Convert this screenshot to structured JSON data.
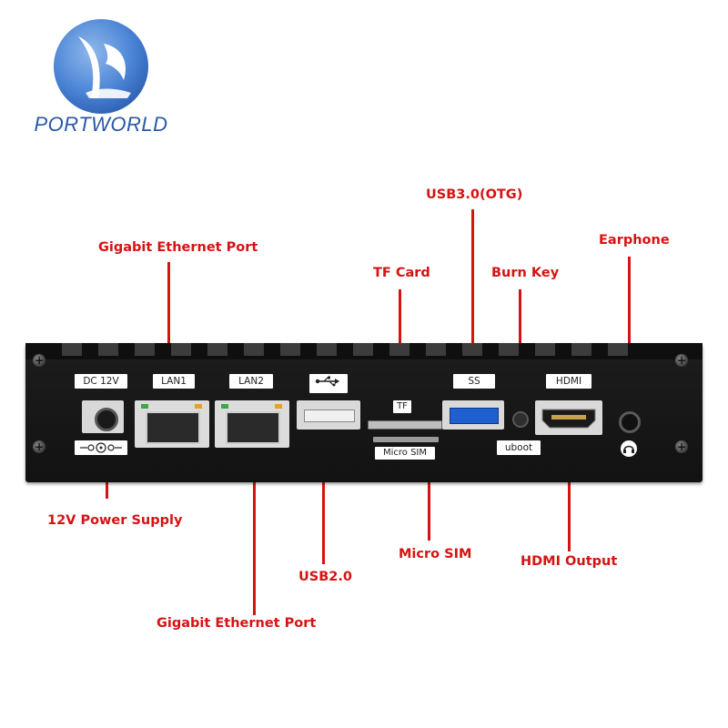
{
  "brand": {
    "name": "PORTWORLD",
    "color": "#2a57a6"
  },
  "callouts": {
    "gigabit_top": "Gigabit Ethernet Port",
    "tf_card": "TF Card",
    "usb30": "USB3.0(OTG)",
    "burn_key": "Burn Key",
    "earphone": "Earphone",
    "power": "12V Power Supply",
    "usb20": "USB2.0",
    "gigabit_bottom": "Gigabit Ethernet Port",
    "micro_sim": "Micro SIM",
    "hdmi_out": "HDMI Output"
  },
  "panel": {
    "dc": "DC 12V",
    "lan1": "LAN1",
    "lan2": "LAN2",
    "tf": "TF",
    "micro_sim": "Micro SIM",
    "uboot": "uboot",
    "hdmi": "HDMI",
    "ss": "SS"
  },
  "colors": {
    "callout": "#d51313",
    "device": "#151515",
    "usb3_blue": "#1f5fd1"
  }
}
